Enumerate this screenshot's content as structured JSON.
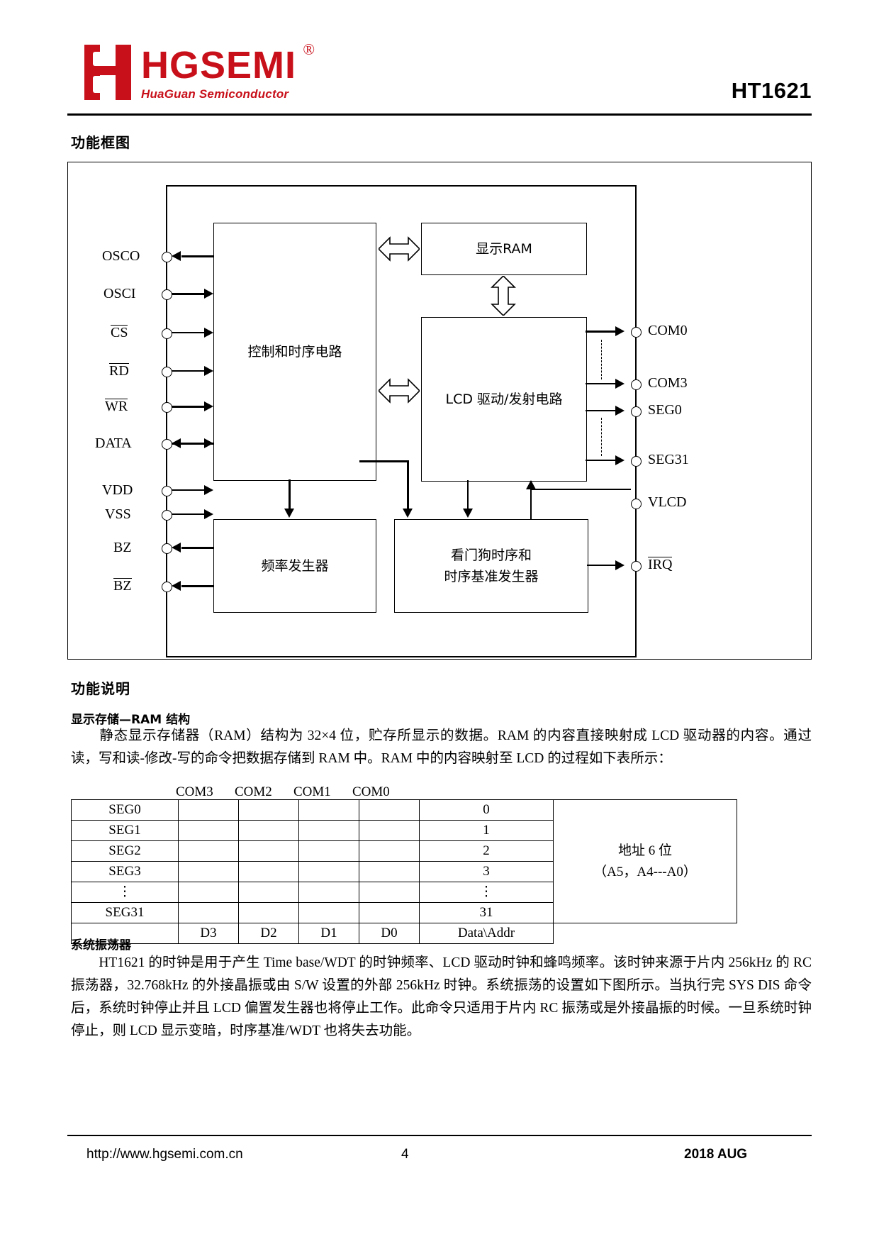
{
  "header": {
    "logo_main": "HGSEMI",
    "logo_registered": "®",
    "logo_sub": "HuaGuan Semiconductor",
    "part_number": "HT1621"
  },
  "sections": {
    "block_diagram_title": "功能框图",
    "function_desc_title": "功能说明"
  },
  "block_diagram": {
    "blocks": {
      "control_timing": "控制和时序电路",
      "display_ram": "显示RAM",
      "lcd_driver": "LCD 驱动/发射电路",
      "freq_generator": "频率发生器",
      "watchdog_line1": "看门狗时序和",
      "watchdog_line2": "时序基准发生器"
    },
    "left_pins": [
      {
        "label": "OSCO",
        "overline": false
      },
      {
        "label": "OSCI",
        "overline": false
      },
      {
        "label": "CS",
        "overline": true
      },
      {
        "label": "RD",
        "overline": true
      },
      {
        "label": "WR",
        "overline": true
      },
      {
        "label": "DATA",
        "overline": false
      },
      {
        "label": "VDD",
        "overline": false
      },
      {
        "label": "VSS",
        "overline": false
      },
      {
        "label": "BZ",
        "overline": false
      },
      {
        "label": "BZ",
        "overline": true
      }
    ],
    "right_pins": [
      {
        "label": "COM0",
        "overline": false
      },
      {
        "label": "COM3",
        "overline": false
      },
      {
        "label": "SEG0",
        "overline": false
      },
      {
        "label": "SEG31",
        "overline": false
      },
      {
        "label": "VLCD",
        "overline": false
      },
      {
        "label": "IRQ",
        "overline": true
      }
    ]
  },
  "ram_section": {
    "subhead": "显示存储—RAM 结构",
    "paragraph": "　　静态显示存储器（RAM）结构为 32×4 位，贮存所显示的数据。RAM 的内容直接映射成 LCD 驱动器的内容。通过读，写和读-修改-写的命令把数据存储到 RAM 中。RAM 中的内容映射至 LCD 的过程如下表所示："
  },
  "ram_table": {
    "col_headers": [
      "COM3",
      "COM2",
      "COM1",
      "COM0"
    ],
    "rows": [
      {
        "seg": "SEG0",
        "data": "0"
      },
      {
        "seg": "SEG1",
        "data": "1"
      },
      {
        "seg": "SEG2",
        "data": "2"
      },
      {
        "seg": "SEG3",
        "data": "3"
      },
      {
        "seg": "⋮",
        "data": "⋮"
      },
      {
        "seg": "SEG31",
        "data": "31"
      }
    ],
    "bit_row": [
      "D3",
      "D2",
      "D1",
      "D0",
      "Data\\Addr"
    ],
    "address_line1": "地址 6 位",
    "address_line2": "（A5，A4---A0）"
  },
  "osc_section": {
    "subhead": "系统振荡器",
    "paragraph": "　　HT1621 的时钟是用于产生 Time base/WDT 的时钟频率、LCD 驱动时钟和蜂鸣频率。该时钟来源于片内 256kHz 的 RC 振荡器，32.768kHz 的外接晶振或由 S/W 设置的外部 256kHz 时钟。系统振荡的设置如下图所示。当执行完 SYS DIS 命令后，系统时钟停止并且 LCD 偏置发生器也将停止工作。此命令只适用于片内 RC 振荡或是外接晶振的时候。一旦系统时钟停止，则 LCD 显示变暗，时序基准/WDT 也将失去功能。"
  },
  "footer": {
    "url": "http://www.hgsemi.com.cn",
    "page": "4",
    "date": "2018 AUG"
  }
}
